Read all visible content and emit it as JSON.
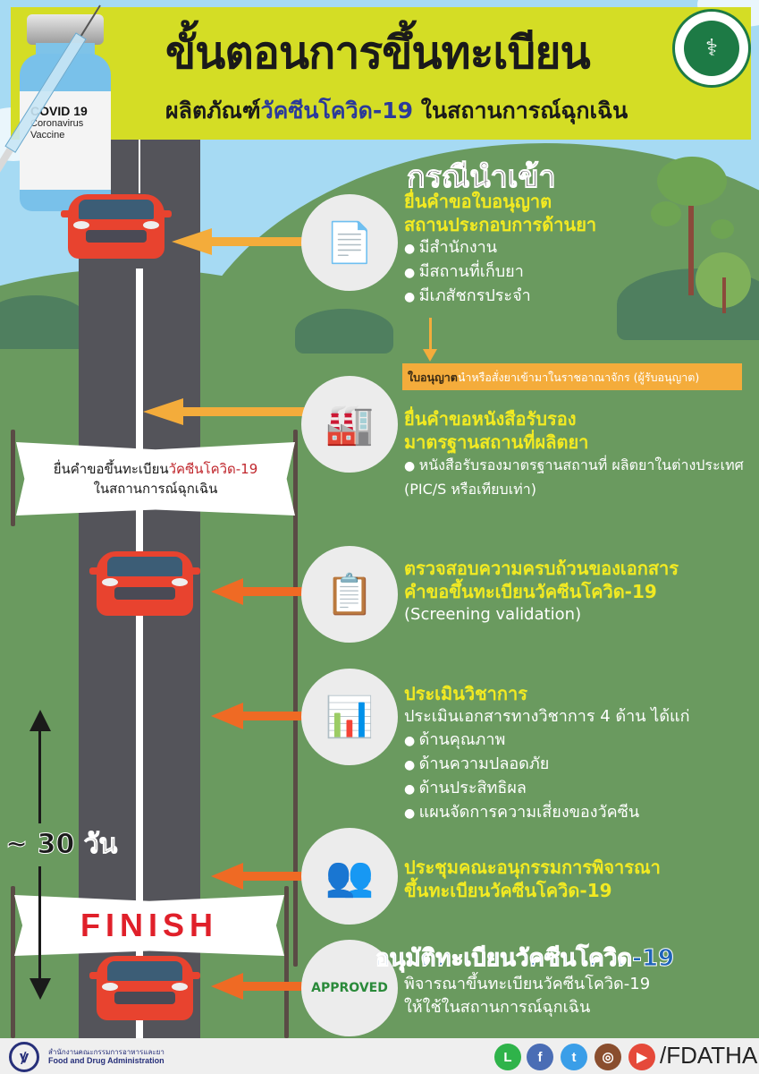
{
  "header": {
    "title": "ขั้นตอนการขึ้นทะเบียน",
    "subtitle_prefix": "ผลิตภัณฑ์",
    "subtitle_accent": "วัคซีนโควิด-19",
    "subtitle_suffix": " ในสถานการณ์ฉุกเฉิน",
    "ministry_logo": "ministry-of-public-health-emblem"
  },
  "vaccine_vial": {
    "line1": "COVID 19",
    "line2": "Coronavirus",
    "line3": "Vaccine"
  },
  "colors": {
    "header_band": "#d4dd25",
    "grass": "#6a9a5f",
    "sky": "#a6daf3",
    "road": "#54545a",
    "arrow_yellow": "#f4ac3b",
    "arrow_orange": "#ef6a24",
    "step_title_yellow": "#f2ea22",
    "approved_blue": "#1e63b8",
    "finish_red": "#e0202a"
  },
  "import_case": {
    "heading": "กรณีนำเข้า"
  },
  "steps": [
    {
      "icon": "documents-icon",
      "title_lines": [
        "ยื่นคำขอใบอนุญาต",
        "สถานประกอบการด้านยา"
      ],
      "bullets": [
        "มีสำนักงาน",
        "มีสถานที่เก็บยา",
        "มีเภสัชกรประจำ"
      ]
    },
    {
      "icon": "factory-icon",
      "title_lines": [
        "ยื่นคำขอหนังสือรับรอง",
        "มาตรฐานสถานที่ผลิตยา"
      ],
      "bullets": [
        "หนังสือรับรองมาตรฐานสถานที่ ผลิตยาในต่างประเทศ (PIC/S หรือเทียบเท่า)"
      ]
    },
    {
      "icon": "clipboard-magnifier-icon",
      "title_lines": [
        "ตรวจสอบความครบถ้วนของเอกสาร",
        "คำขอขึ้นทะเบียนวัคซีนโควิด-19"
      ],
      "note": "(Screening validation)"
    },
    {
      "icon": "report-magnifier-icon",
      "title_lines": [
        "ประเมินวิชาการ"
      ],
      "intro": "ประเมินเอกสารทางวิชาการ 4 ด้าน ได้แก่",
      "bullets": [
        "ด้านคุณภาพ",
        "ด้านความปลอดภัย",
        "ด้านประสิทธิผล",
        "แผนจัดการความเสี่ยงของวัคซีน"
      ]
    },
    {
      "icon": "meeting-icon",
      "title_lines": [
        "ประชุมคณะอนุกรรมการพิจารณา",
        "ขึ้นทะเบียนวัคซีนโควิด-19"
      ]
    },
    {
      "icon": "approved-stamp-icon",
      "title_lines": [
        "อนุมัติทะเบียนวัคซีนโควิด-19"
      ],
      "body_lines": [
        "พิจารณาขึ้นทะเบียนวัคซีนโควิด-19",
        "ให้ใช้ในสถานการณ์ฉุกเฉิน"
      ]
    }
  ],
  "license_box": {
    "bold": "ใบอนุญาต",
    "rest": "นำหรือสั่งยาเข้ามาในราชอาณาจักร (ผู้รับอนุญาต)"
  },
  "start_banner": {
    "line1_prefix": "ยื่นคำขอขึ้นทะเบียน",
    "line1_accent": "วัคซีนโควิด-19",
    "line2": "ในสถานการณ์ฉุกเฉิน"
  },
  "finish_banner": {
    "label": "FINISH"
  },
  "duration": {
    "label": "~ 30 วัน"
  },
  "footer": {
    "org_th": "สำนักงานคณะกรรมการอาหารและยา",
    "org_en": "Food and Drug Administration",
    "social": [
      {
        "name": "line",
        "glyph": "L",
        "color": "#2fb34a"
      },
      {
        "name": "facebook",
        "glyph": "f",
        "color": "#4a6db5"
      },
      {
        "name": "twitter",
        "glyph": "t",
        "color": "#3a9ee8"
      },
      {
        "name": "instagram",
        "glyph": "◎",
        "color": "#8a4e2e"
      },
      {
        "name": "youtube",
        "glyph": "▶",
        "color": "#e5493a"
      }
    ],
    "handle": "/FDATHAI"
  }
}
